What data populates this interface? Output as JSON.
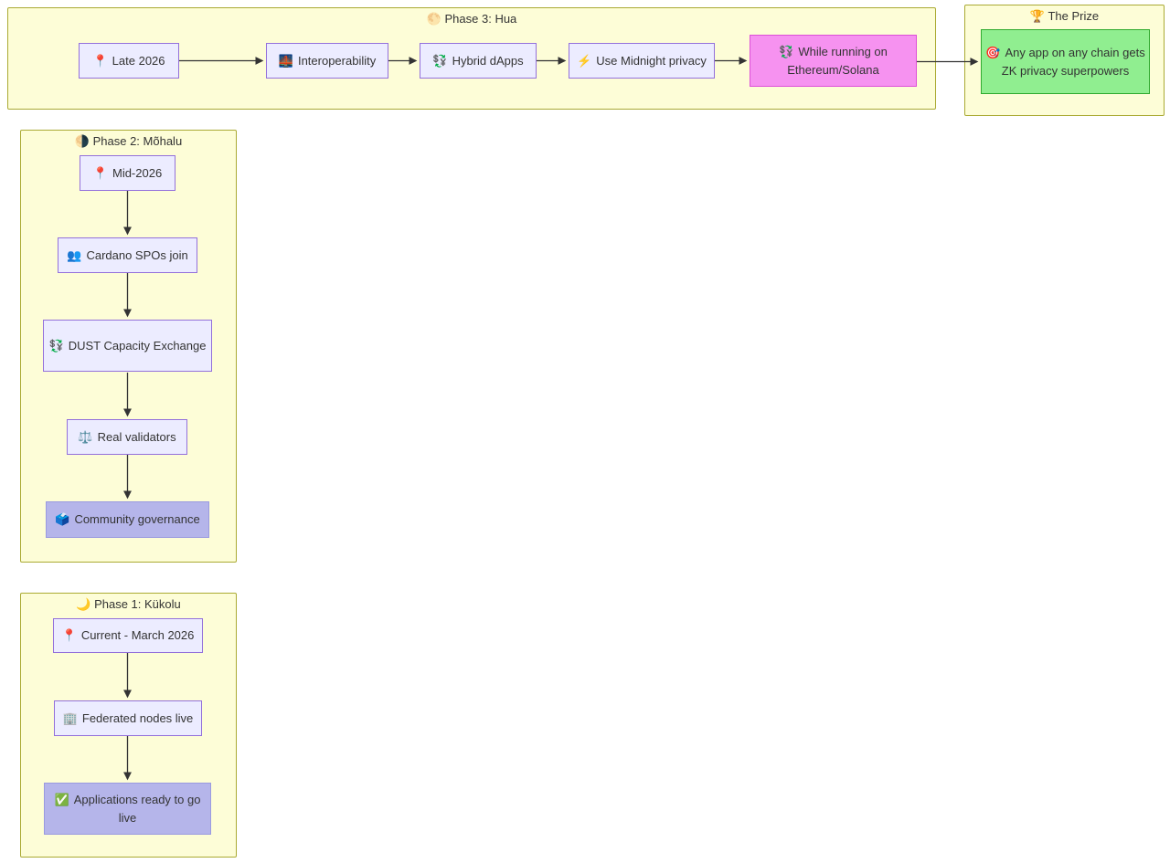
{
  "phase3": {
    "title": "Phase 3: Hua",
    "icon": "🌕",
    "nodes": [
      {
        "icon": "📍",
        "label": "Late 2026"
      },
      {
        "icon": "🌉",
        "label": "Interoperability"
      },
      {
        "icon": "💱",
        "label": "Hybrid dApps"
      },
      {
        "icon": "⚡",
        "label": "Use Midnight privacy"
      },
      {
        "icon": "💱",
        "label": "While running on Ethereum/Solana"
      }
    ]
  },
  "prize": {
    "title": "The Prize",
    "icon": "🏆",
    "nodes": [
      {
        "icon": "🎯",
        "label": "Any app on any chain gets ZK privacy superpowers"
      }
    ]
  },
  "phase2": {
    "title": "Phase 2: Mõhalu",
    "icon": "🌗",
    "nodes": [
      {
        "icon": "📍",
        "label": "Mid-2026"
      },
      {
        "icon": "👥",
        "label": "Cardano SPOs join"
      },
      {
        "icon": "💱",
        "label": "DUST Capacity Exchange"
      },
      {
        "icon": "⚖️",
        "label": "Real validators"
      },
      {
        "icon": "🗳️",
        "label": "Community governance"
      }
    ]
  },
  "phase1": {
    "title": "Phase 1: Kükolu",
    "icon": "🌙",
    "nodes": [
      {
        "icon": "📍",
        "label": "Current - March 2026"
      },
      {
        "icon": "🏢",
        "label": "Federated nodes live"
      },
      {
        "icon": "✅",
        "label": "Applications ready to go live"
      }
    ]
  },
  "edges": [
    {
      "from": "Late 2026",
      "to": "Interoperability"
    },
    {
      "from": "Interoperability",
      "to": "Hybrid dApps"
    },
    {
      "from": "Hybrid dApps",
      "to": "Use Midnight privacy"
    },
    {
      "from": "Use Midnight privacy",
      "to": "While running on Ethereum/Solana"
    },
    {
      "from": "While running on Ethereum/Solana",
      "to": "Any app on any chain gets ZK privacy superpowers"
    },
    {
      "from": "Mid-2026",
      "to": "Cardano SPOs join"
    },
    {
      "from": "Cardano SPOs join",
      "to": "DUST Capacity Exchange"
    },
    {
      "from": "DUST Capacity Exchange",
      "to": "Real validators"
    },
    {
      "from": "Real validators",
      "to": "Community governance"
    },
    {
      "from": "Current - March 2026",
      "to": "Federated nodes live"
    },
    {
      "from": "Federated nodes live",
      "to": "Applications ready to go live"
    }
  ],
  "colors": {
    "subgraph_bg": "#fdfdd7",
    "subgraph_border": "#aaaa33",
    "node_bg": "#ececff",
    "node_border": "#9370db",
    "pink_bg": "#f692f0",
    "pink_border": "#dd4fd8",
    "green_bg": "#90ee90",
    "green_border": "#2faa2f",
    "highlight_bg": "#b5b5ea",
    "highlight_border": "#9a9ae0",
    "arrow": "#333333"
  }
}
